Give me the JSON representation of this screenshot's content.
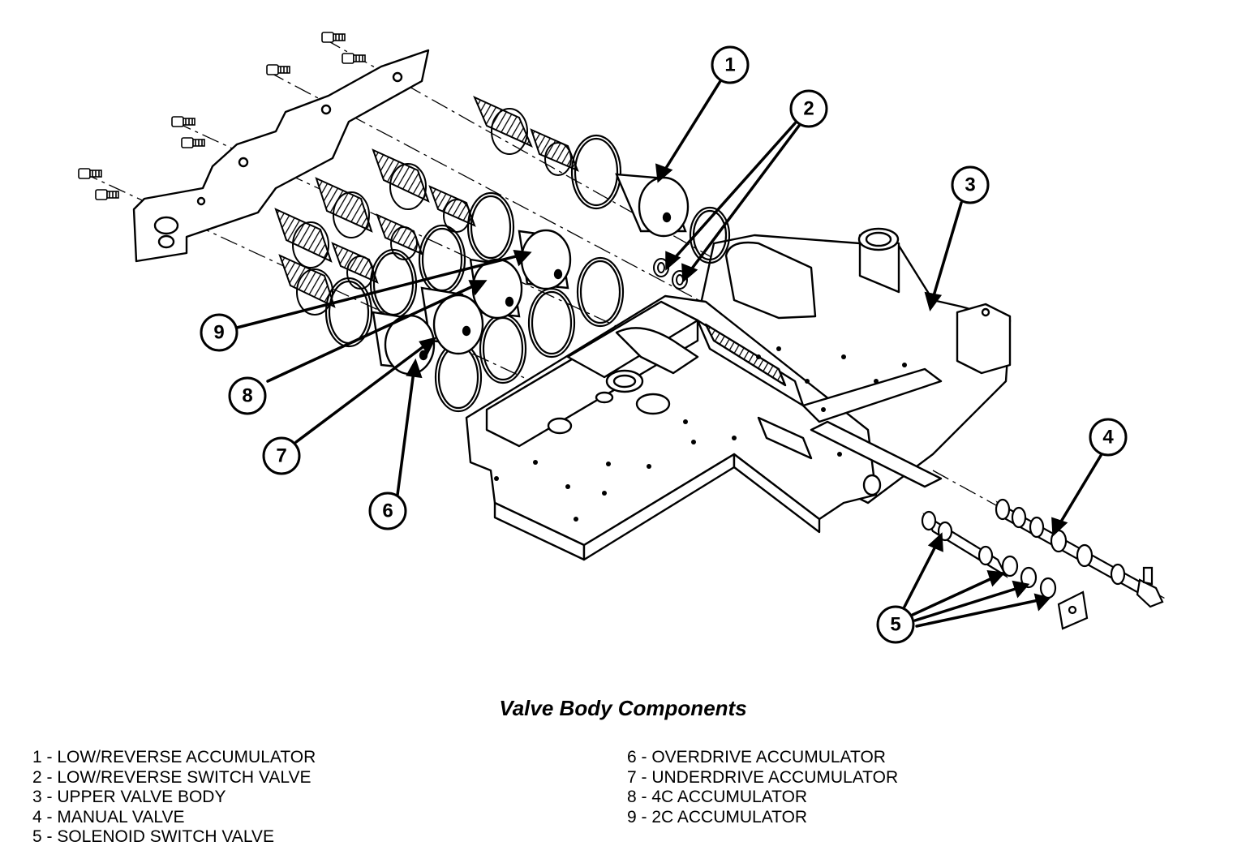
{
  "caption": "Valve Body Components",
  "callouts": [
    {
      "num": "1",
      "label": "LOW/REVERSE ACCUMULATOR"
    },
    {
      "num": "2",
      "label": "LOW/REVERSE SWITCH VALVE"
    },
    {
      "num": "3",
      "label": "UPPER VALVE BODY"
    },
    {
      "num": "4",
      "label": "MANUAL VALVE"
    },
    {
      "num": "5",
      "label": "SOLENOID SWITCH VALVE"
    },
    {
      "num": "6",
      "label": "OVERDRIVE ACCUMULATOR"
    },
    {
      "num": "7",
      "label": "UNDERDRIVE ACCUMULATOR"
    },
    {
      "num": "8",
      "label": "4C ACCUMULATOR"
    },
    {
      "num": "9",
      "label": "2C ACCUMULATOR"
    }
  ],
  "legend": {
    "left": [
      "1 - LOW/REVERSE ACCUMULATOR",
      "2 - LOW/REVERSE SWITCH VALVE",
      "3 - UPPER VALVE BODY",
      "4 - MANUAL VALVE",
      "5 - SOLENOID SWITCH VALVE"
    ],
    "right": [
      "6 - OVERDRIVE ACCUMULATOR",
      "7 - UNDERDRIVE ACCUMULATOR",
      "8 - 4C ACCUMULATOR",
      "9 - 2C ACCUMULATOR"
    ]
  }
}
